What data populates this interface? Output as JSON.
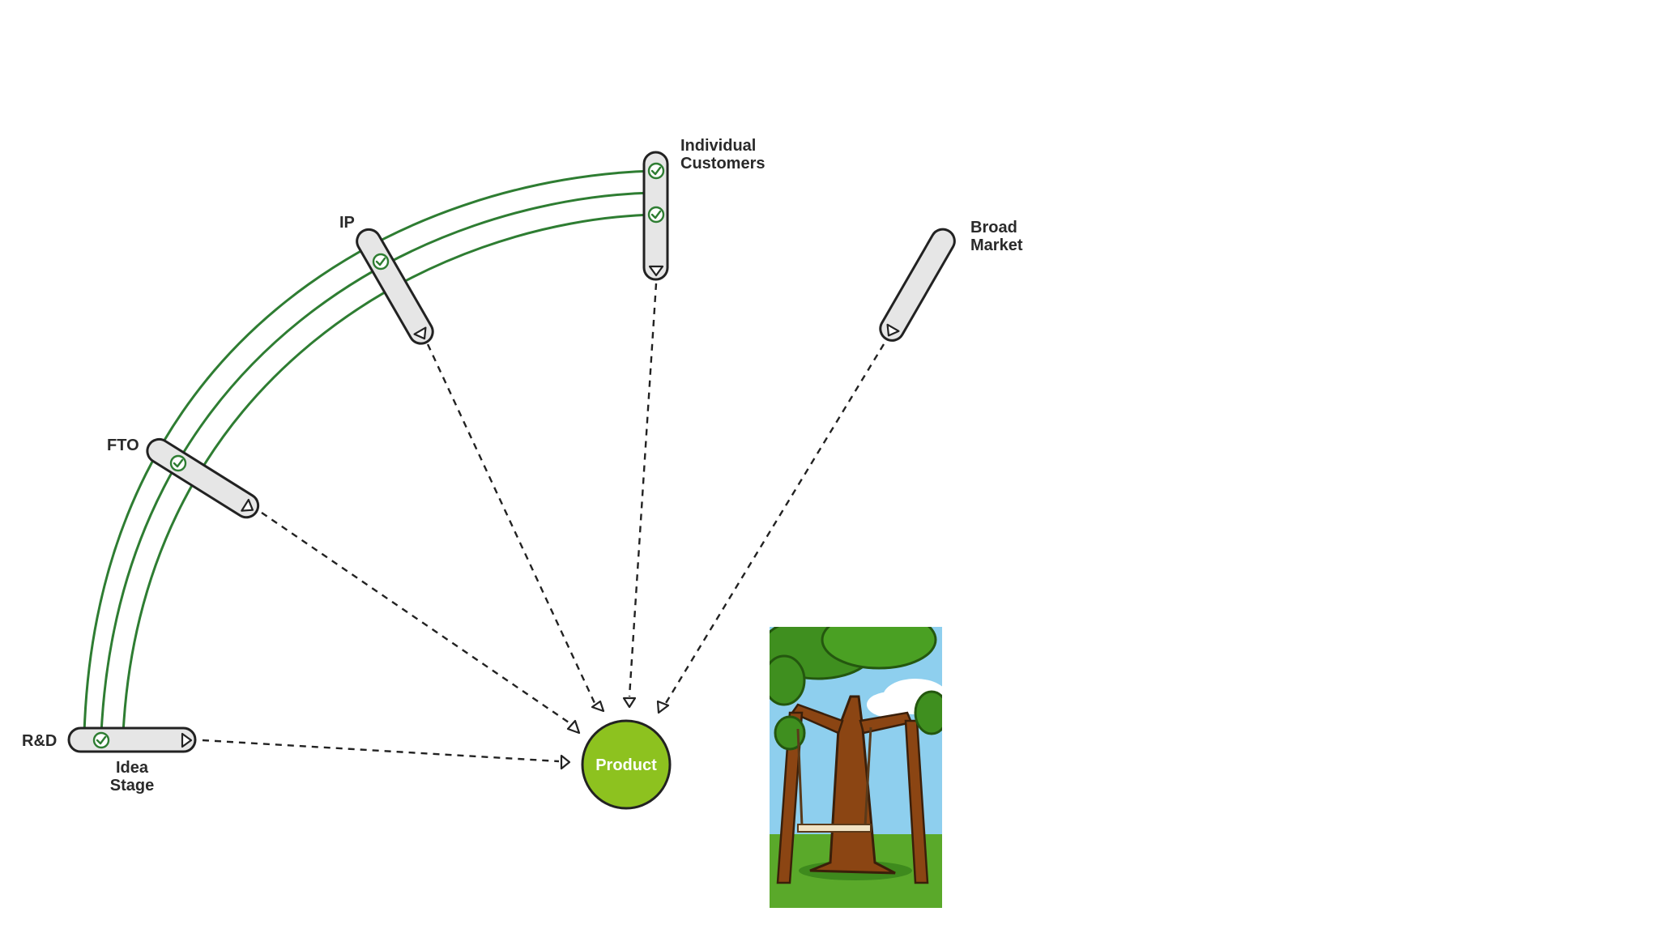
{
  "colors": {
    "progress_green": "#2e7d32",
    "product_fill": "#8dc21f",
    "pill_fill": "#e6e6e6",
    "outline": "#222222"
  },
  "stages": [
    {
      "id": "rd",
      "label": "R&D",
      "sublabel_lines": [
        "Idea",
        "Stage"
      ],
      "checked": true
    },
    {
      "id": "fto",
      "label": "FTO",
      "checked": true
    },
    {
      "id": "ip",
      "label": "IP",
      "checked": true
    },
    {
      "id": "individual",
      "label_lines": [
        "Individual",
        "Customers"
      ],
      "checked": true
    },
    {
      "id": "broad",
      "label_lines": [
        "Broad",
        "Market"
      ],
      "checked": false
    }
  ],
  "product": {
    "label": "Product"
  },
  "illustration": {
    "name": "tree-swing-illustration"
  }
}
